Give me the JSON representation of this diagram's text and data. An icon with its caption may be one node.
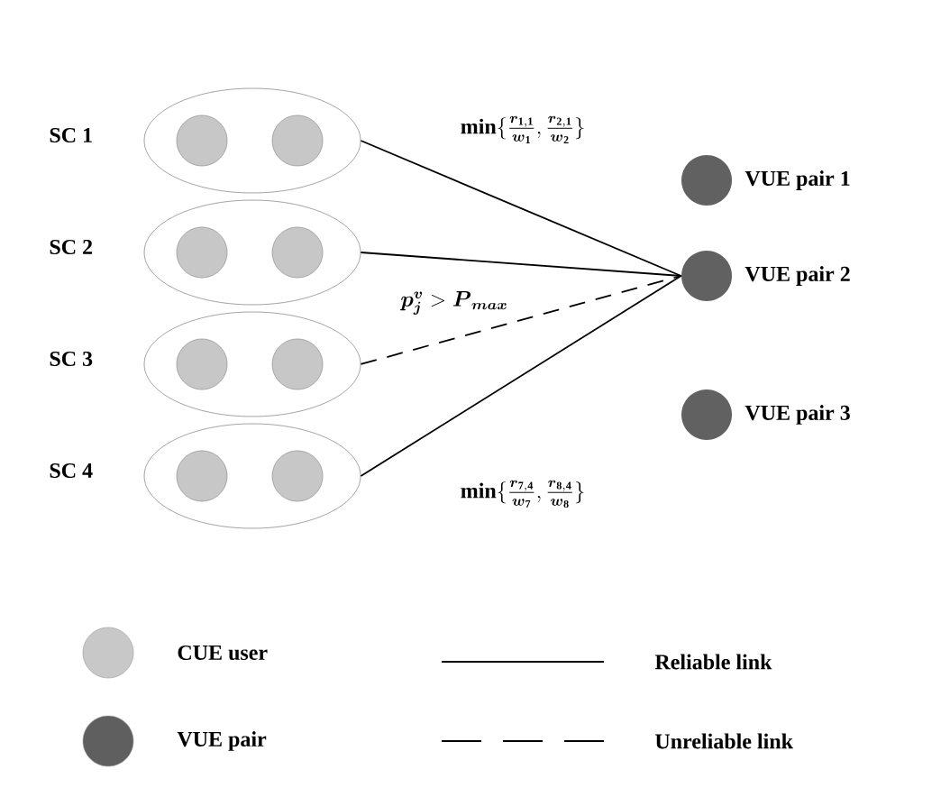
{
  "diagram": {
    "nodes": [
      {
        "text": [],
        "shape": "ellipse"
      },
      {
        "text": [],
        "shape": "circle",
        "in": 0
      },
      {
        "text": [],
        "shape": "circle",
        "in": 0
      },
      {
        "text": [],
        "shape": "ellipse"
      },
      {
        "text": [],
        "shape": "circle",
        "in": 3
      },
      {
        "text": [],
        "shape": "circle",
        "in": 3
      },
      {
        "text": [],
        "shape": "ellipse"
      },
      {
        "text": [],
        "shape": "circle",
        "in": 6
      },
      {
        "text": [],
        "shape": "circle",
        "in": 6
      },
      {
        "text": [],
        "shape": "ellipse"
      },
      {
        "text": [],
        "shape": "circle",
        "in": 9
      },
      {
        "text": [],
        "shape": "circle",
        "in": 9
      },
      {
        "text": [],
        "shape": "circle",
        "beside": [
          "VUE pair 1"
        ]
      },
      {
        "text": [],
        "shape": "circle",
        "beside": [
          "VUE pair 2"
        ]
      },
      {
        "text": [],
        "shape": "circle",
        "beside": [
          "VUE pair 3"
        ]
      }
    ],
    "edges": [
      {
        "from": 0,
        "to": 13,
        "arrow": "none",
        "label": "\\mathbf{min}\\{\\frac{\\boldsymbol{r}_{\\mathbf{1,1}}}{\\boldsymbol{w}_{\\mathbf{1}}},\\frac{\\boldsymbol{r}_{\\mathbf{2,1}}}{\\boldsymbol{w}_{\\mathbf{2}}}\\}"
      },
      {
        "from": 3,
        "to": 13,
        "arrow": "none"
      },
      {
        "from": 6,
        "to": 13,
        "arrow": "none",
        "style": "dashed",
        "label": "\\boldsymbol{p}_{\\boldsymbol{j}}^{\\boldsymbol{v}} > \\boldsymbol{P}_{\\boldsymbol{max}}"
      },
      {
        "from": 9,
        "to": 13,
        "arrow": "none",
        "label": "\\mathbf{min}\\{\\frac{\\boldsymbol{r}_{\\mathbf{7,4}}}{\\boldsymbol{w}_{\\mathbf{7}}},\\frac{\\boldsymbol{r}_{\\mathbf{8,4}}}{\\boldsymbol{w}_{\\mathbf{8}}}\\}"
      }
    ],
    "labels": [
      "SC 1",
      "SC 2",
      "SC 3",
      "SC 4"
    ],
    "legend": [
      {
        "text": "CUE user",
        "color": "#c8c8c8"
      },
      {
        "text": "Reliable link"
      },
      {
        "text": "VUE pair",
        "color": "#5f5f5f"
      },
      {
        "text": "Unreliable link"
      }
    ]
  }
}
